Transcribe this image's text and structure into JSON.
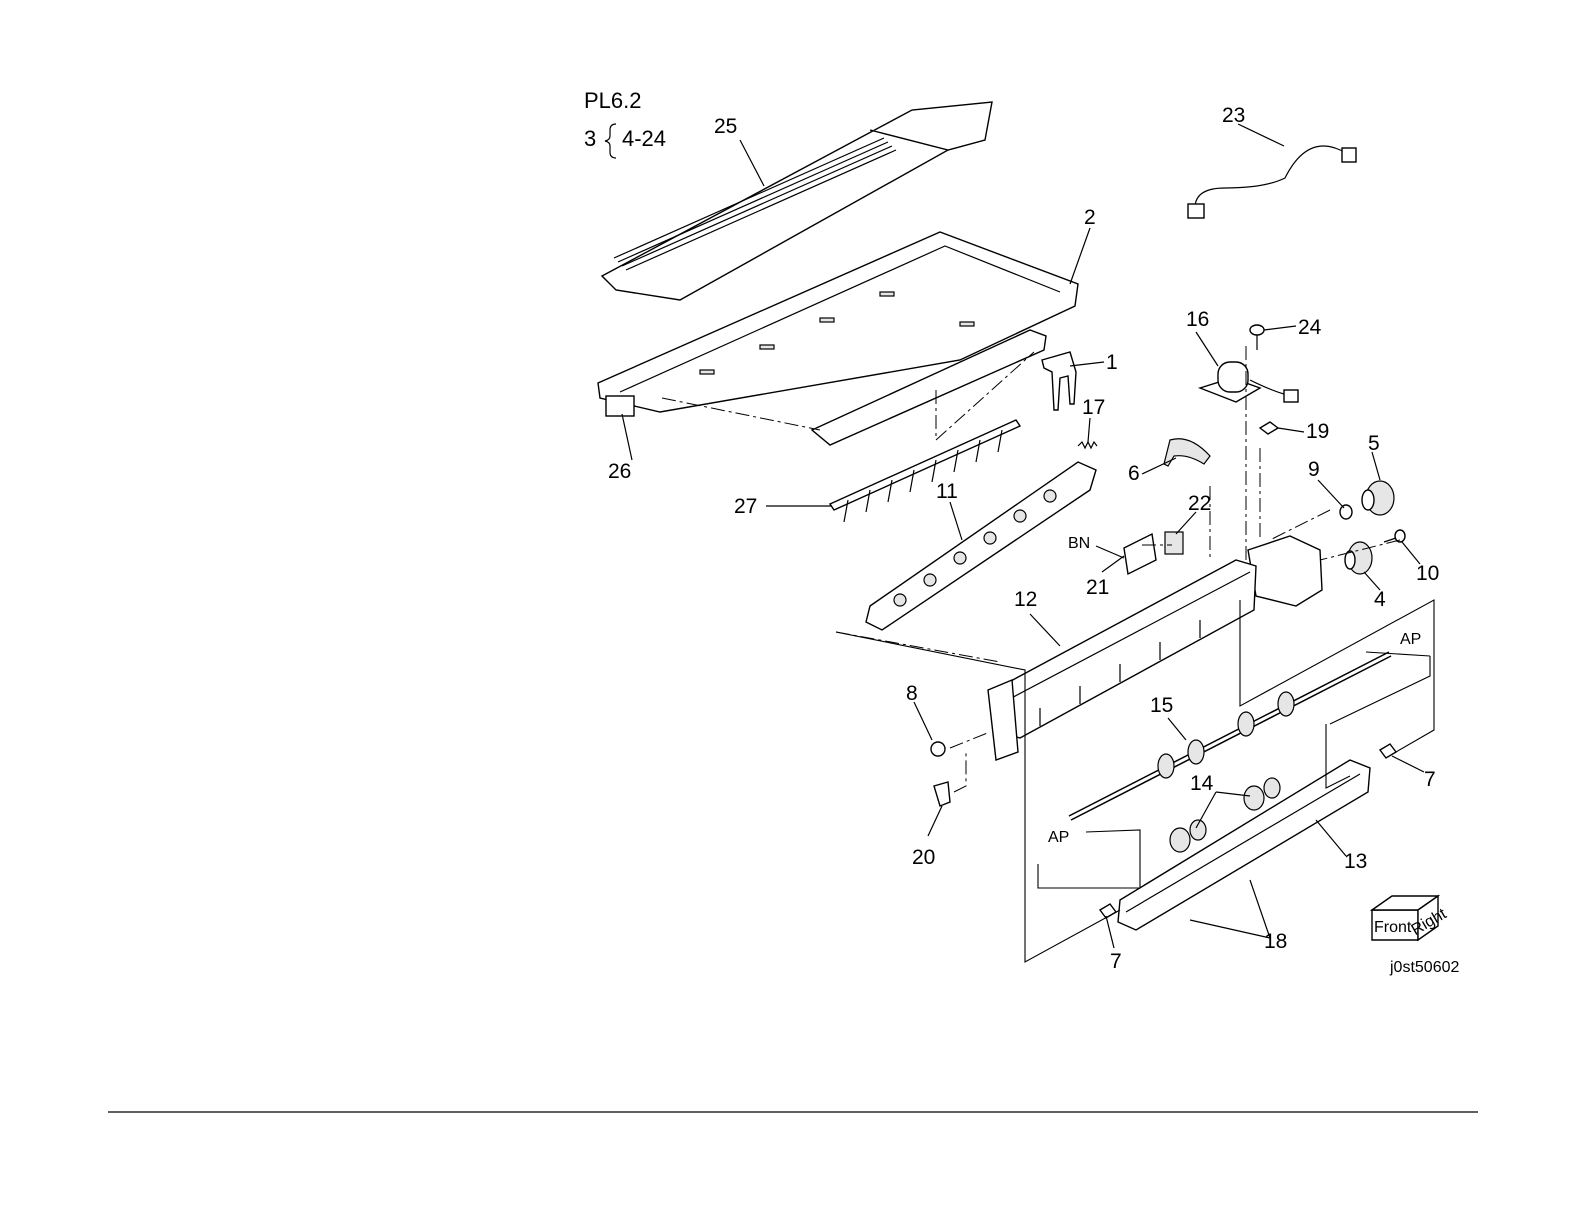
{
  "header": {
    "plate": "PL6.2",
    "ref_qty": "3",
    "ref_range": "4-24"
  },
  "parts": {
    "p1": "1",
    "p2": "2",
    "p4": "4",
    "p5": "5",
    "p6": "6",
    "p7a": "7",
    "p7b": "7",
    "p8": "8",
    "p9": "9",
    "p10": "10",
    "p11": "11",
    "p12": "12",
    "p13": "13",
    "p14": "14",
    "p15": "15",
    "p16": "16",
    "p17": "17",
    "p18": "18",
    "p19": "19",
    "p20": "20",
    "p21": "21",
    "p22": "22",
    "p23": "23",
    "p24": "24",
    "p25": "25",
    "p26": "26",
    "p27": "27"
  },
  "notes": {
    "bn": "BN",
    "ap_top": "AP",
    "ap_bottom": "AP"
  },
  "orientation": {
    "front": "Front",
    "right": "Right"
  },
  "figure_code": "j0st50602"
}
